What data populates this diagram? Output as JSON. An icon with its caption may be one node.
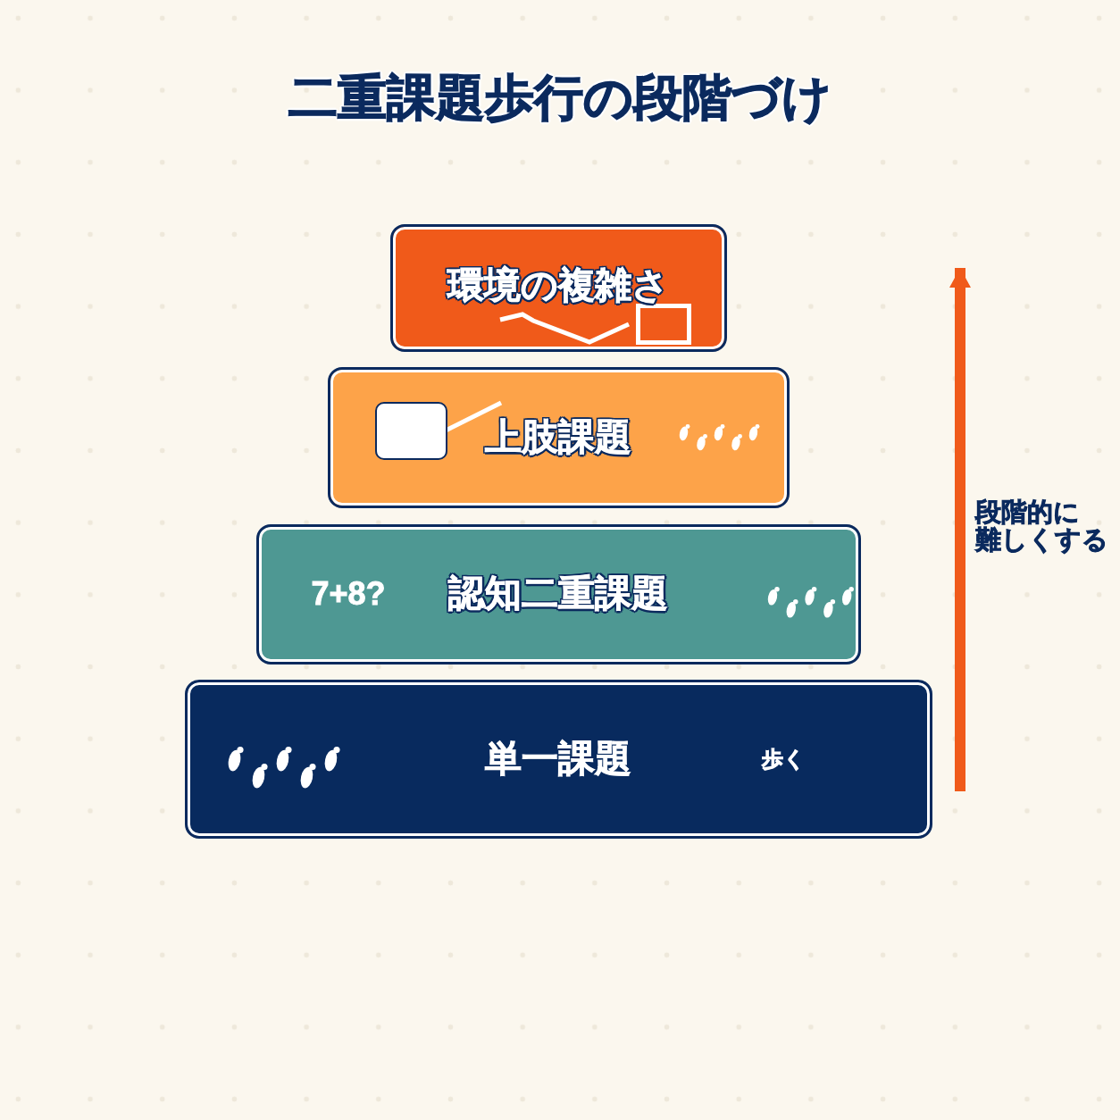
{
  "diagram": {
    "title": "二重課題歩行の段階づけ",
    "nodes": [
      {
        "text": [
          "環境の複雑さ"
        ]
      },
      {
        "text": [
          "上肢課題"
        ]
      },
      {
        "text": [
          "7+8?",
          "認知二重課題"
        ]
      },
      {
        "text": [
          "単一課題",
          "歩く"
        ]
      }
    ],
    "labels": [
      "段階的に難しくする"
    ]
  }
}
